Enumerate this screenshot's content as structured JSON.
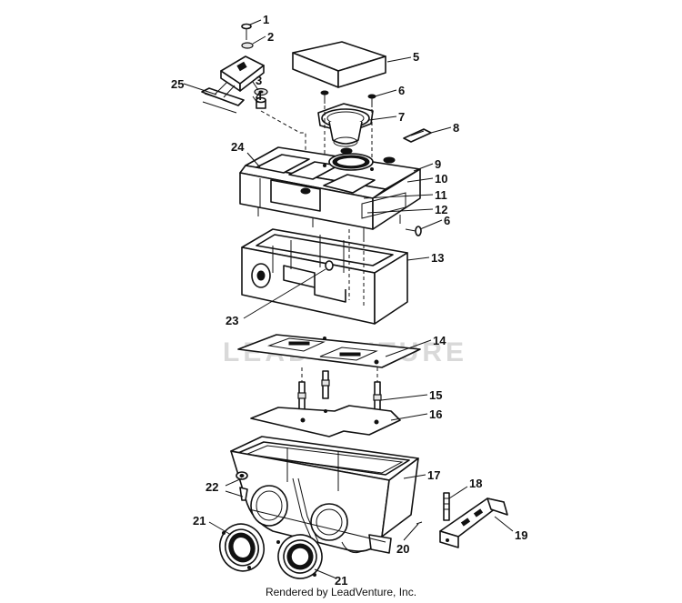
{
  "watermark": "LEADVENTURE",
  "footer": {
    "credit": "Rendered by LeadVenture, Inc."
  },
  "callouts": [
    "1",
    "2",
    "3",
    "4",
    "5",
    "6",
    "7",
    "8",
    "9",
    "10",
    "11",
    "12",
    "6",
    "13",
    "23",
    "14",
    "15",
    "16",
    "17",
    "18",
    "19",
    "20",
    "21",
    "21",
    "22",
    "24",
    "25"
  ]
}
